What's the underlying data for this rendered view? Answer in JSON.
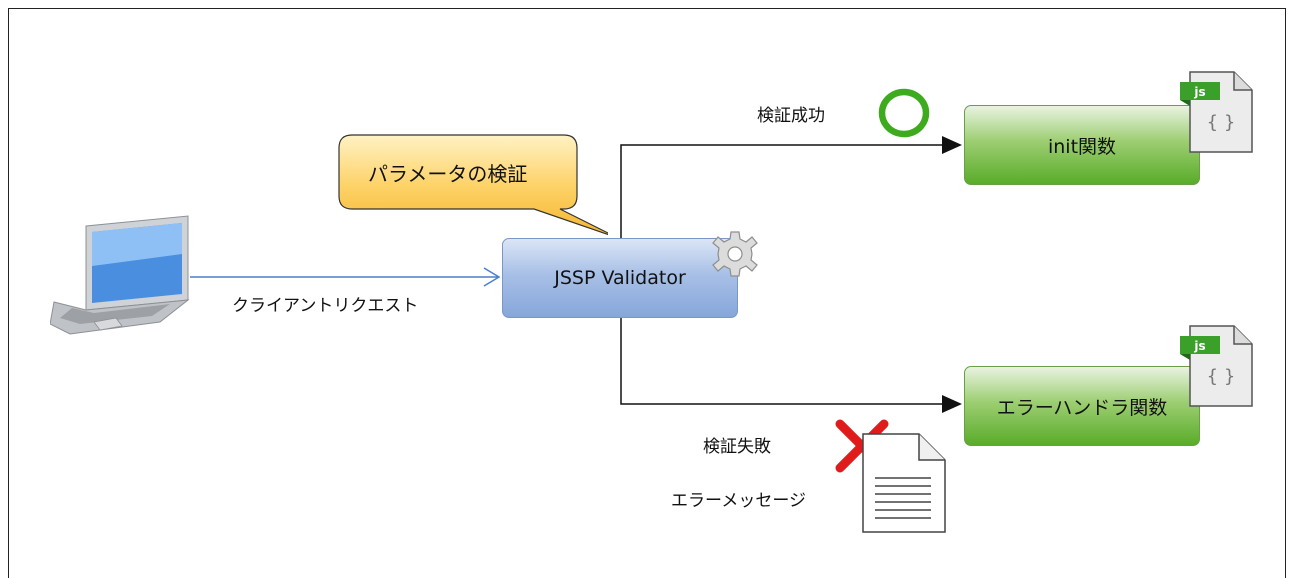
{
  "nodes": {
    "validator": "JSSP Validator",
    "init": "init関数",
    "error_handler": "エラーハンドラ関数"
  },
  "labels": {
    "client_request": "クライアントリクエスト",
    "callout": "パラメータの検証",
    "success": "検証成功",
    "failure": "検証失敗",
    "error_message": "エラーメッセージ"
  },
  "icons": {
    "client": "laptop-icon",
    "validator": "gear-icon",
    "success": "circle-icon",
    "failure": "cross-icon",
    "error_message": "document-icon",
    "init_file": "js-file-icon",
    "error_file": "js-file-icon",
    "js_badge": "js",
    "js_body": "{ }"
  },
  "colors": {
    "blue_node": "#a8c0e6",
    "green_node": "#59ac2a",
    "callout": "#fcc84c",
    "success": "#3eaa1e",
    "failure": "#e01b1b"
  }
}
